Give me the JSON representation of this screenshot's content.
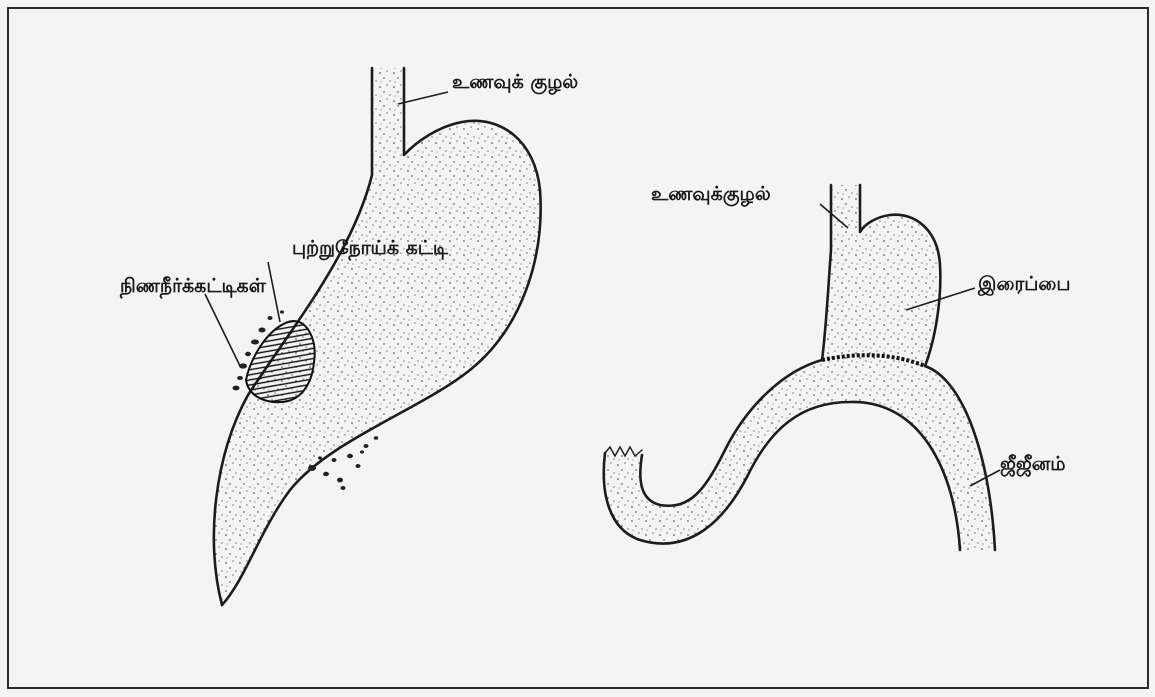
{
  "colors": {
    "background": "#f4f4f4",
    "ink": "#1c1c1c"
  },
  "left_diagram": {
    "label_oesophagus": "உணவுக் குழல்",
    "label_tumour": "புற்றுநோய்க் கட்டி",
    "label_lymph_nodes": "நிணநீர்க்கட்டிகள்"
  },
  "right_diagram": {
    "label_oesophagus": "உணவுக்குழல்",
    "label_stomach": "இரைப்பை",
    "label_jejunum": "ஜீஜீனம்"
  }
}
